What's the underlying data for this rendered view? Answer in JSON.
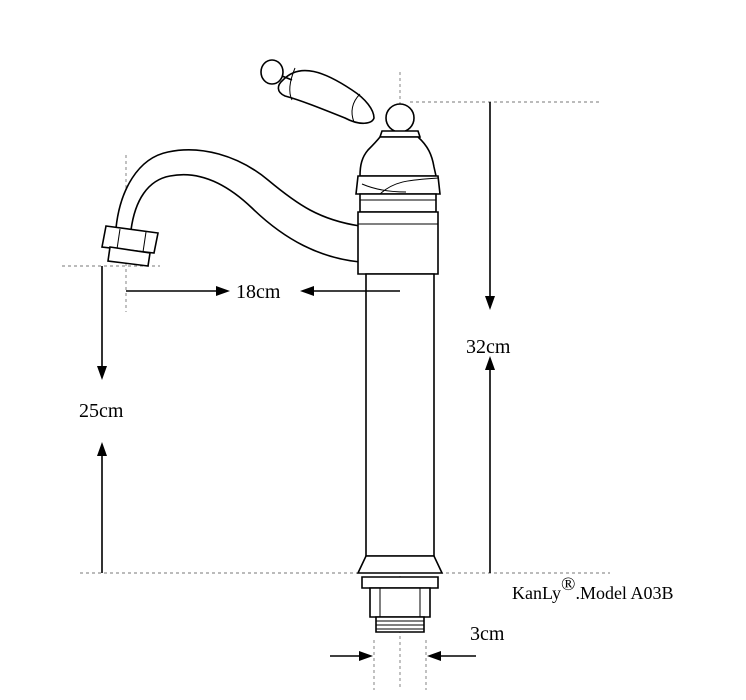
{
  "dimensions": {
    "spout_reach": "18cm",
    "spout_height": "25cm",
    "total_height": "32cm",
    "thread_diameter": "3cm"
  },
  "brand": {
    "name": "KanLy",
    "mark": "®",
    "model": ".Model A03B"
  }
}
